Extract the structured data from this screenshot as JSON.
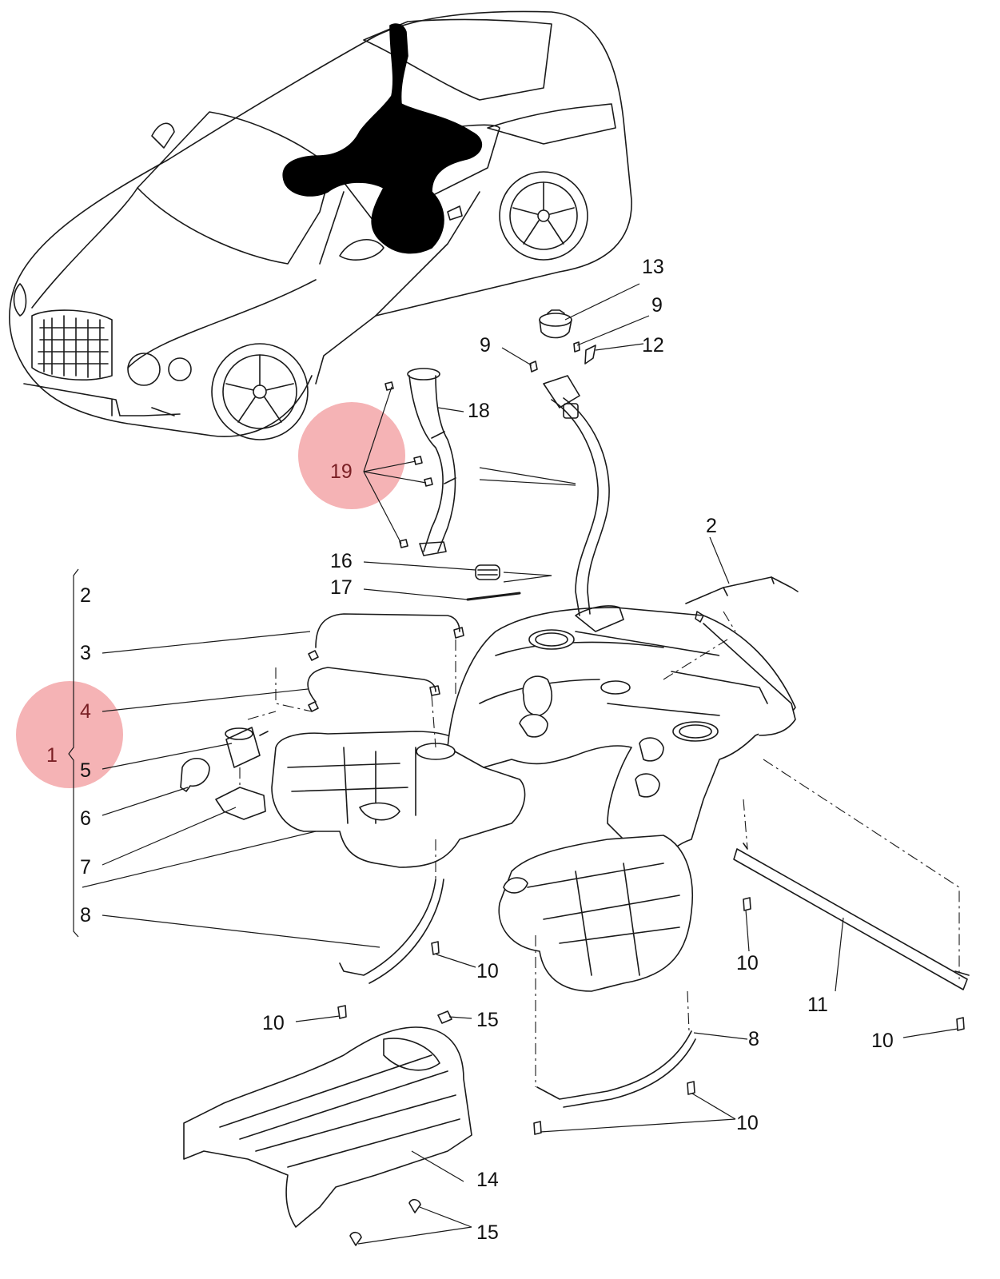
{
  "colors": {
    "line": "#1a1a1a",
    "highlight": "#f29a9c",
    "highlight_text": "#7a1f24",
    "background": "#ffffff",
    "fill": "#ffffff",
    "silhouette": "#000000"
  },
  "callouts": {
    "c1": "1",
    "c2_left": "2",
    "c2_right": "2",
    "c3": "3",
    "c4": "4",
    "c5": "5",
    "c6": "6",
    "c7": "7",
    "c8_left": "8",
    "c8_right": "8",
    "c9_left": "9",
    "c9_right": "9",
    "c10_a": "10",
    "c10_b": "10",
    "c10_c": "10",
    "c10_d": "10",
    "c10_e": "10",
    "c11": "11",
    "c12": "12",
    "c13": "13",
    "c14": "14",
    "c15_a": "15",
    "c15_b": "15",
    "c16": "16",
    "c17": "17",
    "c18": "18",
    "c19": "19"
  },
  "highlighted_callouts": [
    "1",
    "4",
    "19"
  ]
}
